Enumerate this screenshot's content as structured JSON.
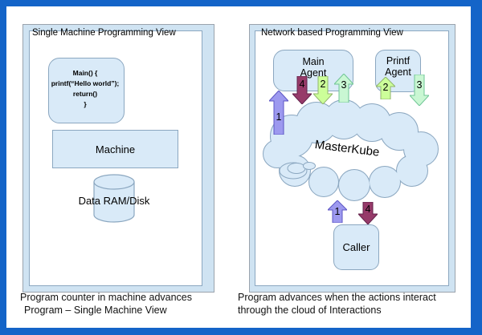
{
  "left_panel": {
    "title": "Single Machine Programming View",
    "code_box": {
      "lines": [
        "Main() {",
        "printf(“Hello world”);",
        "return()",
        "}"
      ]
    },
    "machine_label": "Machine",
    "disk_label": "Data RAM/Disk",
    "caption_line1": "Program counter in machine advances",
    "caption_line2": "Program – Single Machine View"
  },
  "right_panel": {
    "title": "Network based Programming View",
    "main_agent": {
      "line1": "Main",
      "line2": "Agent"
    },
    "printf_agent": {
      "line1": "Printf",
      "line2": "Agent"
    },
    "cloud_label": "MasterKube",
    "caller_label": "Caller",
    "caption_line1": "Program advances when the actions interact",
    "caption_line2": "through the cloud of Interactions",
    "arrows": [
      {
        "label": "1",
        "direction": "up",
        "fill": "#9d99ef",
        "stroke": "#5c55c4"
      },
      {
        "label": "4",
        "direction": "down",
        "fill": "#963a69",
        "stroke": "#63214a"
      },
      {
        "label": "2",
        "direction": "down",
        "fill": "#ccff99",
        "stroke": "#91b56d"
      },
      {
        "label": "3",
        "direction": "up",
        "fill": "#c9f7d3",
        "stroke": "#6ec494"
      },
      {
        "label": "2",
        "direction": "up",
        "fill": "#ccff99",
        "stroke": "#91b56d"
      },
      {
        "label": "3",
        "direction": "down",
        "fill": "#c9f7d3",
        "stroke": "#6ec494"
      },
      {
        "label": "1",
        "direction": "up",
        "fill": "#9d99ef",
        "stroke": "#5c55c4"
      },
      {
        "label": "4",
        "direction": "down",
        "fill": "#963a69",
        "stroke": "#63214a"
      }
    ]
  },
  "colors": {
    "frame_blue": "#1464c8",
    "shape_fill": "#d9eaf8",
    "shape_stroke": "#8ba7c0",
    "panel_gap_fill": "#cfe3f2"
  }
}
